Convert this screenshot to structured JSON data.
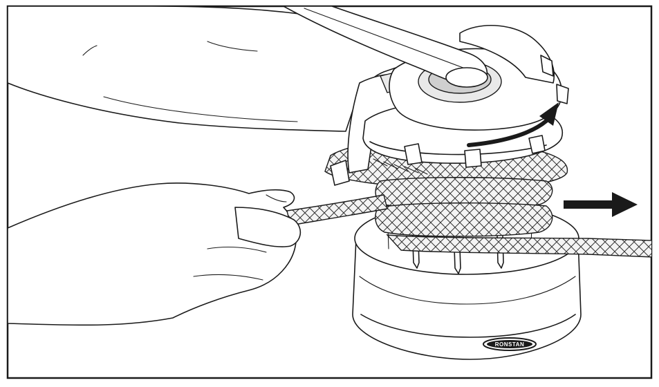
{
  "illustration": {
    "brand_logo_text": "RONSTAN",
    "rotation_arrow_icon": "curved-arrow-clockwise",
    "pull_arrow_icon": "arrow-right",
    "colors": {
      "line": "#1a1a1a",
      "background": "#ffffff",
      "rope_fill": "#f4f4f4",
      "metal_fill": "#e9e9e9"
    }
  }
}
